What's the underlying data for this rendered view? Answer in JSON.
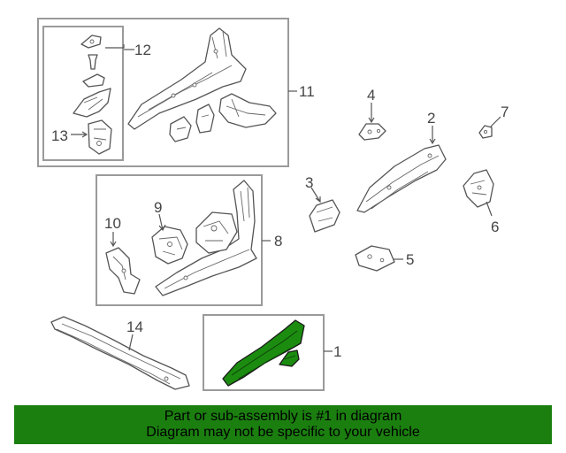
{
  "diagram": {
    "callouts": {
      "c1": "1",
      "c2": "2",
      "c3": "3",
      "c4": "4",
      "c5": "5",
      "c6": "6",
      "c7": "7",
      "c8": "8",
      "c9": "9",
      "c10": "10",
      "c11": "11",
      "c12": "12",
      "c13": "13",
      "c14": "14"
    },
    "highlighted_part": "1",
    "highlight_color": "#1b8c10"
  },
  "footer": {
    "line1": "Part or sub-assembly is #1 in diagram",
    "line2": "Diagram may not be specific to your vehicle",
    "background": "#1b7f10"
  }
}
